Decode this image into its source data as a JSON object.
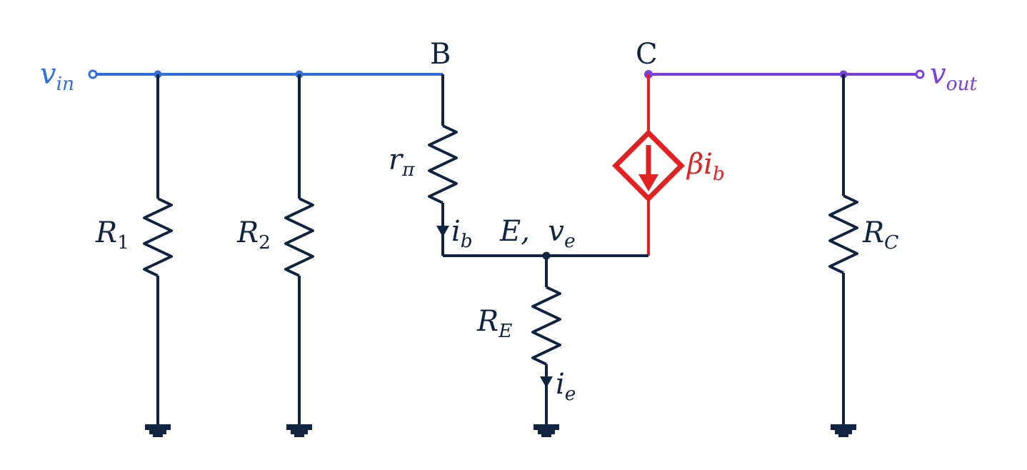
{
  "colors": {
    "input": "#2f6fe0",
    "output": "#7b3fe0",
    "source": "#e02222",
    "wire": "#0f2440"
  },
  "nodes": {
    "base": "B",
    "collector": "C"
  },
  "ports": {
    "input": {
      "main": "v",
      "sub": "in"
    },
    "output": {
      "main": "v",
      "sub": "out"
    }
  },
  "components": {
    "r1": {
      "main": "R",
      "sub": "1"
    },
    "r2": {
      "main": "R",
      "sub": "2"
    },
    "rpi": {
      "main": "r",
      "sub": "π"
    },
    "re": {
      "main": "R",
      "sub": "E"
    },
    "rc": {
      "main": "R",
      "sub": "C"
    },
    "dependent_source": {
      "main": "βi",
      "sub": "b"
    }
  },
  "currents": {
    "ib": {
      "main": "i",
      "sub": "b"
    },
    "ie": {
      "main": "i",
      "sub": "e"
    }
  },
  "emitter_node": {
    "name": "E,",
    "voltage_main": "v",
    "voltage_sub": "e"
  }
}
